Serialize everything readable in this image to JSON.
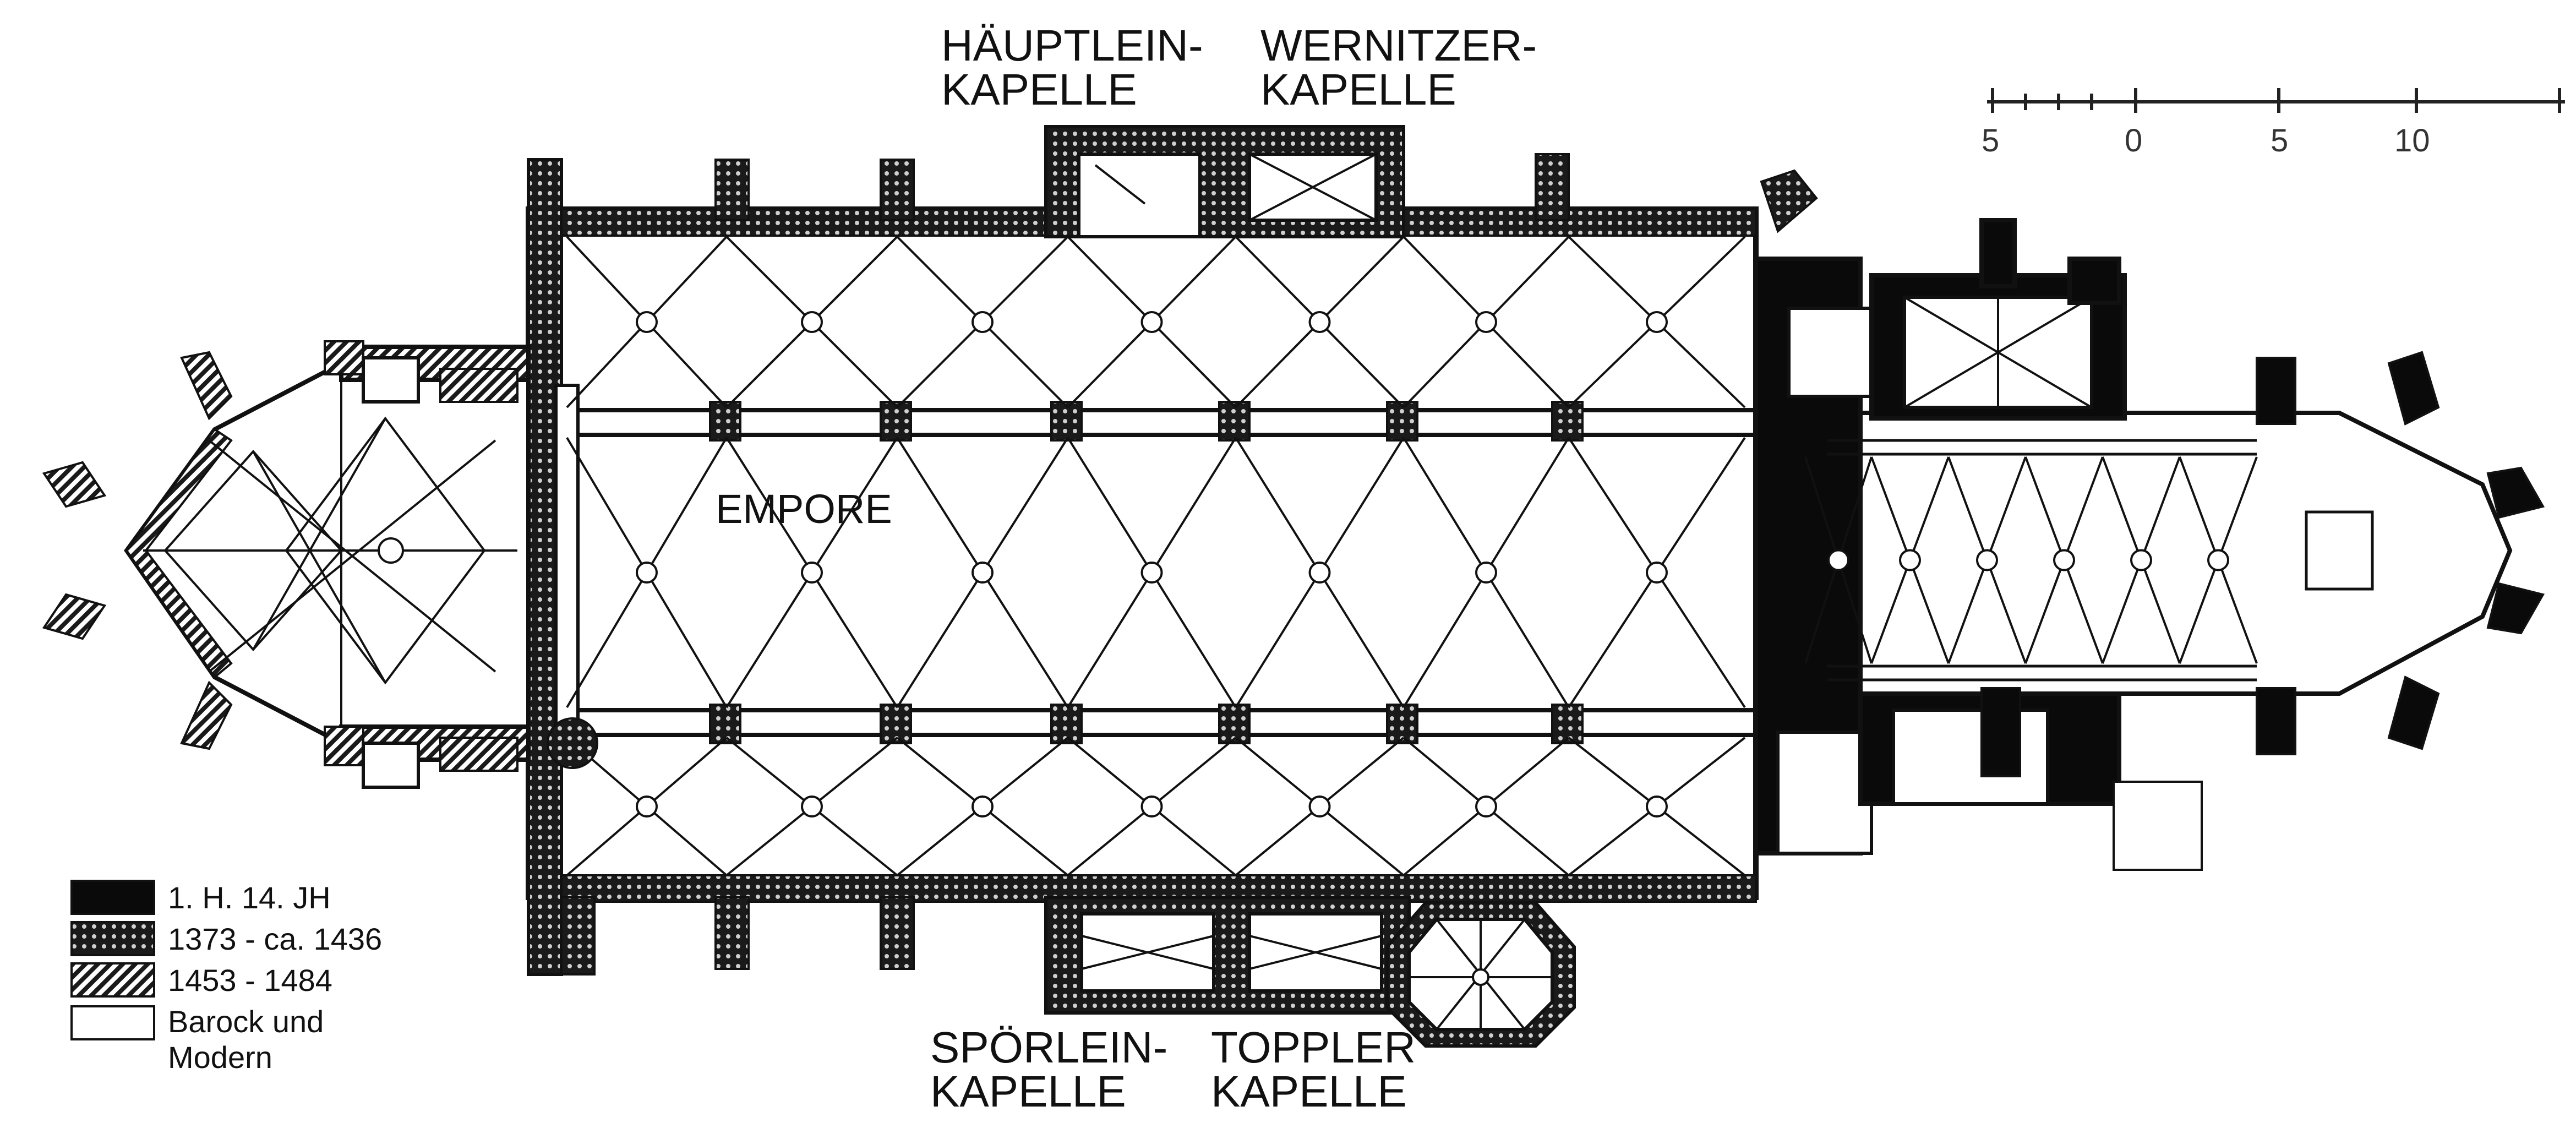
{
  "labels": {
    "north_chapel_1": [
      "HÄUPTLEIN-",
      "KAPELLE"
    ],
    "north_chapel_2": [
      "WERNITZER-",
      "KAPELLE"
    ],
    "south_chapel_1": [
      "SPÖRLEIN-",
      "KAPELLE"
    ],
    "south_chapel_2": [
      "TOPPLER",
      "KAPELLE"
    ],
    "empore": "EMPORE"
  },
  "scale_bar": {
    "ticks": [
      "5",
      "0",
      "5",
      "10"
    ]
  },
  "legend": [
    {
      "label": "1. H. 14. JH",
      "pattern": "solid",
      "color": "#0a0a0a"
    },
    {
      "label": "1373 - ca. 1436",
      "pattern": "crosshatch",
      "color": "#333333"
    },
    {
      "label": "1453 - 1484",
      "pattern": "diagonal",
      "color": "#333333"
    },
    {
      "label": "Barock und",
      "label2": "Modern",
      "pattern": "blank",
      "color": "#ffffff"
    }
  ]
}
